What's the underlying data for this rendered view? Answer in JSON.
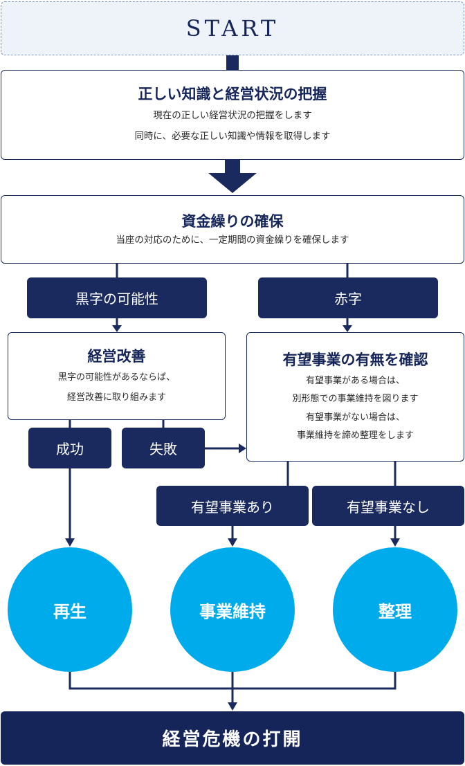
{
  "start": {
    "label": "START"
  },
  "step1": {
    "title": "正しい知識と経営状況の把握",
    "lines": [
      "現在の正しい経営状況の把握をします",
      "同時に、必要な正しい知識や情報を取得します"
    ]
  },
  "step2": {
    "title": "資金繰りの確保",
    "lines": [
      "当座の対応のために、一定期間の資金繰りを確保します"
    ]
  },
  "branch": {
    "left": "黒字の可能性",
    "right": "赤字"
  },
  "left_box": {
    "title": "経営改善",
    "lines": [
      "黒字の可能性があるならば、",
      "経営改善に取り組みます"
    ]
  },
  "right_box": {
    "title": "有望事業の有無を確認",
    "lines": [
      "有望事業がある場合は、",
      "別形態での事業維持を図ります",
      "有望事業がない場合は、",
      "事業維持を諦め整理をします"
    ]
  },
  "outcomes": {
    "success": "成功",
    "failure": "失敗",
    "promising": "有望事業あり",
    "not_promising": "有望事業なし"
  },
  "results": {
    "rebirth": "再生",
    "maintain": "事業維持",
    "liquidate": "整理"
  },
  "final": {
    "label": "経営危機の打開"
  },
  "colors": {
    "navy": "#1b2a5e",
    "cyan": "#00abeb",
    "start_bg": "#eef3fa"
  }
}
